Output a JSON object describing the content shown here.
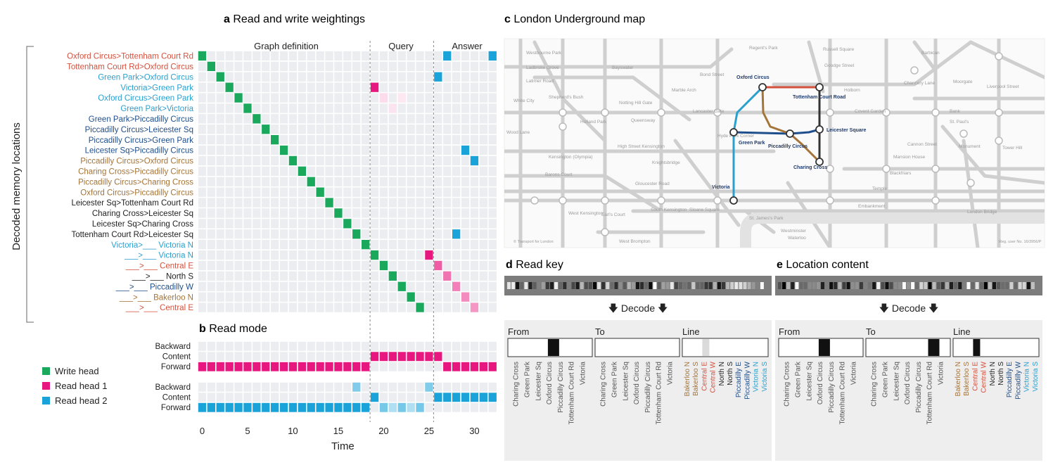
{
  "colors": {
    "write": "#1aa85c",
    "read1": "#e8177f",
    "read2": "#1aa3d9",
    "red": "#d4513e",
    "blue": "#1f4e8c",
    "lightblue": "#2aa0cf",
    "brown": "#a57438",
    "black": "#222222",
    "cellbg": "#ebedf0"
  },
  "panel_a": {
    "letter": "a",
    "title": "Read and write weightings",
    "section_labels": [
      "Graph definition",
      "Query",
      "Answer"
    ],
    "y_axis_label": "Decoded memory locations",
    "rows": [
      {
        "label": "Oxford Circus>Tottenham Court Rd",
        "color": "red"
      },
      {
        "label": "Tottenham Court Rd>Oxford Circus",
        "color": "red"
      },
      {
        "label": "Green Park>Oxford Circus",
        "color": "lightblue"
      },
      {
        "label": "Victoria>Green Park",
        "color": "lightblue"
      },
      {
        "label": "Oxford Circus>Green Park",
        "color": "lightblue"
      },
      {
        "label": "Green Park>Victoria",
        "color": "lightblue"
      },
      {
        "label": "Green Park>Piccadilly Circus",
        "color": "blue"
      },
      {
        "label": "Piccadilly Circus>Leicester Sq",
        "color": "blue"
      },
      {
        "label": "Piccadilly Circus>Green Park",
        "color": "blue"
      },
      {
        "label": "Leicester Sq>Piccadilly Circus",
        "color": "blue"
      },
      {
        "label": "Piccadilly Circus>Oxford Circus",
        "color": "brown"
      },
      {
        "label": "Charing Cross>Piccadilly Circus",
        "color": "brown"
      },
      {
        "label": "Piccadilly Circus>Charing Cross",
        "color": "brown"
      },
      {
        "label": "Oxford Circus>Piccadilly Circus",
        "color": "brown"
      },
      {
        "label": "Leicester Sq>Tottenham Court Rd",
        "color": "black"
      },
      {
        "label": "Charing Cross>Leicester Sq",
        "color": "black"
      },
      {
        "label": "Leicester Sq>Charing Cross",
        "color": "black"
      },
      {
        "label": "Tottenham Court Rd>Leicester Sq",
        "color": "black"
      },
      {
        "label": "Victoria>___ Victoria N",
        "color": "lightblue"
      },
      {
        "label": "___>___ Victoria N",
        "color": "lightblue"
      },
      {
        "label": "___>___ Central E",
        "color": "red"
      },
      {
        "label": "___>___ North S",
        "color": "black"
      },
      {
        "label": "___>___ Piccadilly W",
        "color": "blue"
      },
      {
        "label": "___>___ Bakerloo N",
        "color": "brown"
      },
      {
        "label": "___>___ Central E",
        "color": "red"
      }
    ]
  },
  "panel_b": {
    "letter": "b",
    "title": "Read mode",
    "row_labels": [
      "Backward",
      "Content",
      "Forward"
    ],
    "x_label": "Time",
    "x_ticks": [
      0,
      5,
      10,
      15,
      20,
      25,
      30
    ]
  },
  "legend": [
    "Write head",
    "Read head 1",
    "Read head 2"
  ],
  "chart_data": [
    {
      "type": "heatmap",
      "title": "Read and write weightings",
      "x": "Time",
      "xlim": [
        0,
        32
      ],
      "boundaries": [
        18.5,
        25.5
      ],
      "write_head": [
        [
          0,
          0
        ],
        [
          1,
          1
        ],
        [
          2,
          2
        ],
        [
          3,
          3
        ],
        [
          4,
          4
        ],
        [
          5,
          5
        ],
        [
          6,
          6
        ],
        [
          7,
          7
        ],
        [
          8,
          8
        ],
        [
          9,
          9
        ],
        [
          10,
          10
        ],
        [
          11,
          11
        ],
        [
          12,
          12
        ],
        [
          13,
          13
        ],
        [
          14,
          14
        ],
        [
          15,
          15
        ],
        [
          16,
          16
        ],
        [
          17,
          17
        ],
        [
          18,
          18
        ],
        [
          19,
          19
        ],
        [
          20,
          20
        ],
        [
          21,
          21
        ],
        [
          22,
          22
        ],
        [
          23,
          23
        ],
        [
          24,
          24
        ]
      ],
      "read_head_1": [
        [
          19,
          3,
          1.0
        ],
        [
          20,
          4,
          0.15
        ],
        [
          21,
          5,
          0.12
        ],
        [
          22,
          4,
          0.1
        ],
        [
          25,
          19,
          1.0
        ],
        [
          26,
          20,
          0.7
        ],
        [
          27,
          21,
          0.6
        ],
        [
          28,
          22,
          0.55
        ],
        [
          29,
          23,
          0.5
        ],
        [
          30,
          24,
          0.45
        ]
      ],
      "read_head_2": [
        [
          26,
          2,
          1.0
        ],
        [
          27,
          0,
          1.0
        ],
        [
          28,
          17,
          1.0
        ],
        [
          29,
          9,
          1.0
        ],
        [
          30,
          10,
          1.0
        ],
        [
          32,
          0,
          1.0
        ]
      ]
    },
    {
      "type": "heatmap",
      "title": "Read mode",
      "series": [
        {
          "name": "Read head 1",
          "backward": [],
          "content": [
            19,
            20,
            21,
            22,
            23,
            24,
            25,
            26
          ],
          "forward": [
            0,
            1,
            2,
            3,
            4,
            5,
            6,
            7,
            8,
            9,
            10,
            11,
            12,
            13,
            14,
            15,
            16,
            17,
            18,
            27,
            28,
            29,
            30,
            31,
            32
          ]
        },
        {
          "name": "Read head 2",
          "backward": [
            17,
            25
          ],
          "content": [
            19,
            26,
            27,
            28,
            29,
            30,
            31,
            32
          ],
          "forward": [
            0,
            1,
            2,
            3,
            4,
            5,
            6,
            7,
            8,
            9,
            10,
            11,
            12,
            13,
            14,
            15,
            16,
            17,
            18,
            20,
            21,
            22,
            23,
            24
          ]
        }
      ]
    }
  ],
  "panel_c": {
    "letter": "c",
    "title": "London Underground map",
    "grey_labels": [
      "Westbourne Park",
      "Ladbroke Grove",
      "Latimer Road",
      "Bayswater",
      "Shepherd's Bush",
      "Holland Park",
      "Notting Hill Gate",
      "Queensway",
      "Marble Arch",
      "Bond Street",
      "Regent's Park",
      "Lancaster Gate",
      "Hyde Park Corner",
      "High Street Kensington",
      "Knightsbridge",
      "Gloucester Road",
      "South Kensington",
      "Sloane Square",
      "St. James's Park",
      "Westminster",
      "Earl's Court",
      "West Kensington",
      "West Brompton",
      "Barons Court",
      "Kensington (Olympia)",
      "White City",
      "Wood Lane",
      "Russell Square",
      "Goodge Street",
      "Holborn",
      "Chancery Lane",
      "Covent Garden",
      "Barbican",
      "Moorgate",
      "Liverpool Street",
      "Bank",
      "St. Paul's",
      "Cannon Street",
      "Monument",
      "Mansion House",
      "Blackfriars",
      "Temple",
      "Embankment",
      "Waterloo",
      "London Bridge",
      "Tower Hill"
    ],
    "stations": [
      {
        "name": "Oxford Circus"
      },
      {
        "name": "Tottenham Court Road"
      },
      {
        "name": "Green Park"
      },
      {
        "name": "Piccadilly Circus"
      },
      {
        "name": "Leicester Square"
      },
      {
        "name": "Charing Cross"
      },
      {
        "name": "Victoria"
      }
    ],
    "footer_left": "© Transport for London",
    "footer_right": "Reg. user No. 16/3956/P"
  },
  "panel_d": {
    "letter": "d",
    "title": "Read key",
    "decode_label": "Decode",
    "group_labels": [
      "From",
      "To",
      "Line"
    ],
    "from_stations": [
      "Charing Cross",
      "Green Park",
      "Leicester Sq",
      "Oxford Circus",
      "Piccadilly Circus",
      "Tottenham Court Rd",
      "Victoria"
    ],
    "to_stations": [
      "Charing Cross",
      "Green Park",
      "Leicester Sq",
      "Oxford Circus",
      "Piccadilly Circus",
      "Tottenham Court Rd",
      "Victoria"
    ],
    "lines": [
      {
        "label": "Bakerloo N",
        "color": "brown"
      },
      {
        "label": "Bakerloo S",
        "color": "brown"
      },
      {
        "label": "Central E",
        "color": "red"
      },
      {
        "label": "Central W",
        "color": "red"
      },
      {
        "label": "North N",
        "color": "black"
      },
      {
        "label": "North S",
        "color": "black"
      },
      {
        "label": "Piccadilly E",
        "color": "blue"
      },
      {
        "label": "Piccadilly W",
        "color": "blue"
      },
      {
        "label": "Victoria N",
        "color": "lightblue"
      },
      {
        "label": "Victoria S",
        "color": "lightblue"
      }
    ],
    "from_marks": [
      [
        3,
        1.0
      ]
    ],
    "to_marks": [],
    "line_marks": [
      [
        2,
        0.15
      ]
    ]
  },
  "panel_e": {
    "letter": "e",
    "title": "Location content",
    "decode_label": "Decode",
    "from_marks": [
      [
        3,
        1.0
      ]
    ],
    "to_marks": [
      [
        5,
        1.0
      ]
    ],
    "line_marks": [
      [
        2,
        1.0
      ]
    ]
  }
}
